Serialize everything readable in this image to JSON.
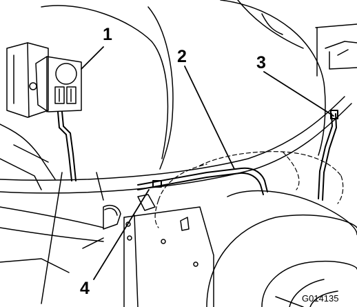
{
  "callouts": {
    "c1": "1",
    "c2": "2",
    "c3": "3",
    "c4": "4"
  },
  "figure_id": "G014135",
  "colors": {
    "line": "#000000",
    "background": "#ffffff"
  }
}
